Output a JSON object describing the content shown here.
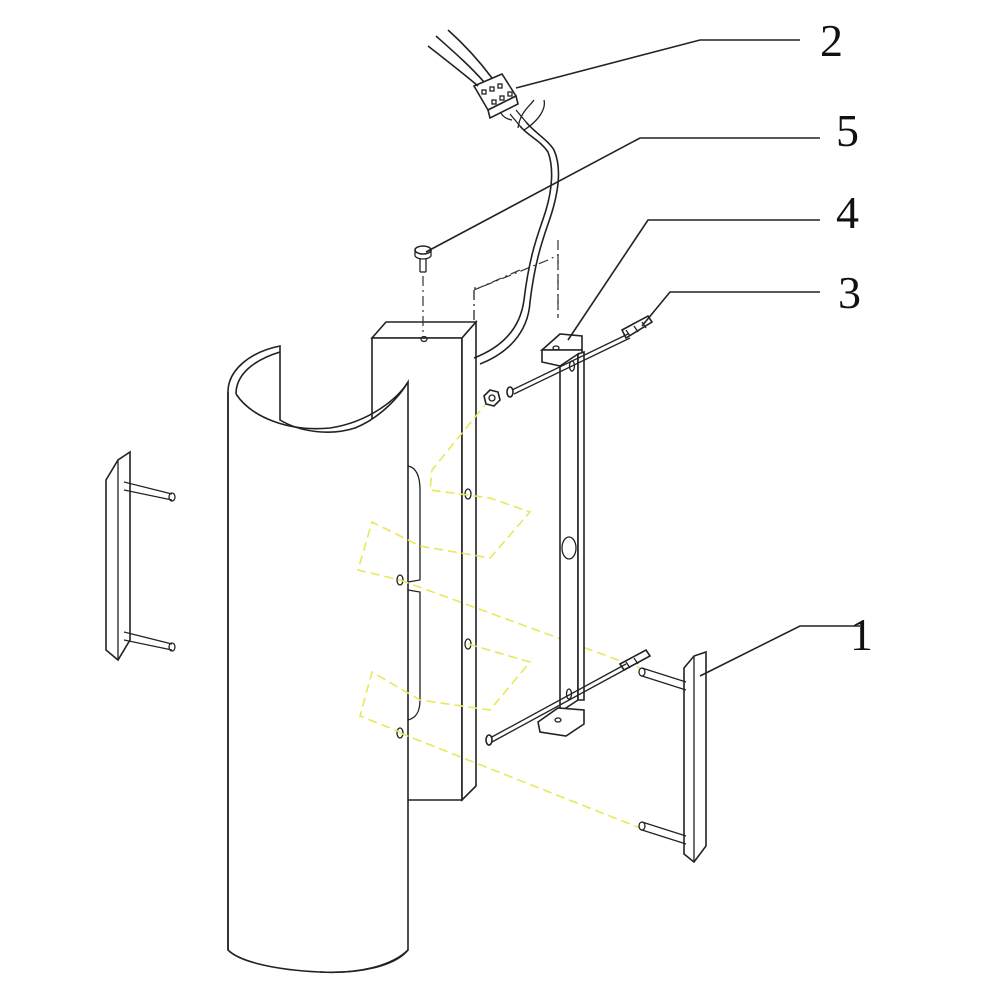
{
  "callouts": {
    "c1": "1",
    "c2": "2",
    "c3": "3",
    "c4": "4",
    "c5": "5"
  },
  "colors": {
    "outline": "#222222",
    "alignment_dashes": "#e8e85a",
    "background": "#ffffff"
  }
}
